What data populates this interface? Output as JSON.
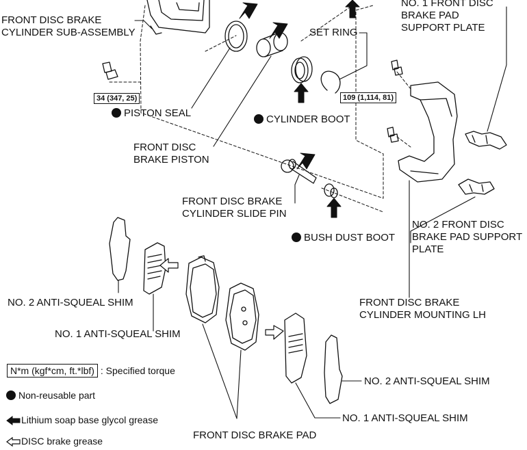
{
  "labels": {
    "cylinder_sub_assembly": [
      "FRONT DISC BRAKE",
      "CYLINDER SUB-ASSEMBLY"
    ],
    "support_plate_1": [
      "NO. 1 FRONT DISC",
      "BRAKE PAD",
      "SUPPORT PLATE"
    ],
    "set_ring": "SET RING",
    "piston_seal": "PISTON SEAL",
    "cylinder_boot": "CYLINDER BOOT",
    "brake_piston": [
      "FRONT DISC",
      "BRAKE PISTON"
    ],
    "slide_pin": [
      "FRONT DISC BRAKE",
      "CYLINDER SLIDE PIN"
    ],
    "bush_dust_boot": "BUSH DUST BOOT",
    "support_plate_2": [
      "NO. 2 FRONT DISC",
      "BRAKE PAD SUPPORT",
      "PLATE"
    ],
    "mounting_lh": [
      "FRONT DISC BRAKE",
      "CYLINDER MOUNTING LH"
    ],
    "shim_2_left": "NO. 2 ANTI-SQUEAL SHIM",
    "shim_1_left": "NO. 1 ANTI-SQUEAL SHIM",
    "shim_2_right": "NO. 2 ANTI-SQUEAL SHIM",
    "shim_1_right": "NO. 1 ANTI-SQUEAL SHIM",
    "brake_pad": "FRONT DISC BRAKE PAD"
  },
  "torques": {
    "cylinder_bolt": "34 (347, 25)",
    "mounting_bolt": "109 (1,114, 81)"
  },
  "legend": {
    "torque_box": "N*m (kgf*cm, ft.*lbf)",
    "torque_text": ": Specified torque",
    "non_reusable": "Non-reusable part",
    "lithium_grease": "Lithium soap base glycol grease",
    "disc_grease": "DISC brake grease"
  },
  "colors": {
    "ink": "#111111",
    "background": "#ffffff"
  }
}
